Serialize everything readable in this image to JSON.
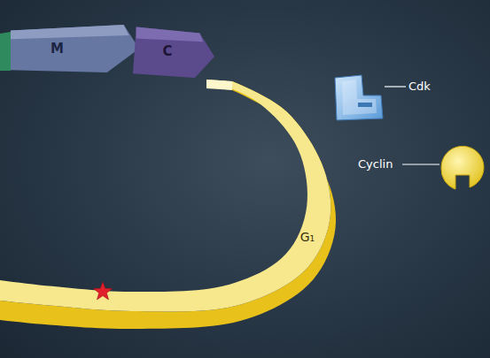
{
  "diagram": {
    "nodes": [
      {
        "text": [
          "M"
        ]
      },
      {
        "text": [
          "C"
        ]
      },
      {
        "text": [
          "G₁"
        ]
      }
    ],
    "labels": [
      "Cdk",
      "Cyclin"
    ]
  }
}
